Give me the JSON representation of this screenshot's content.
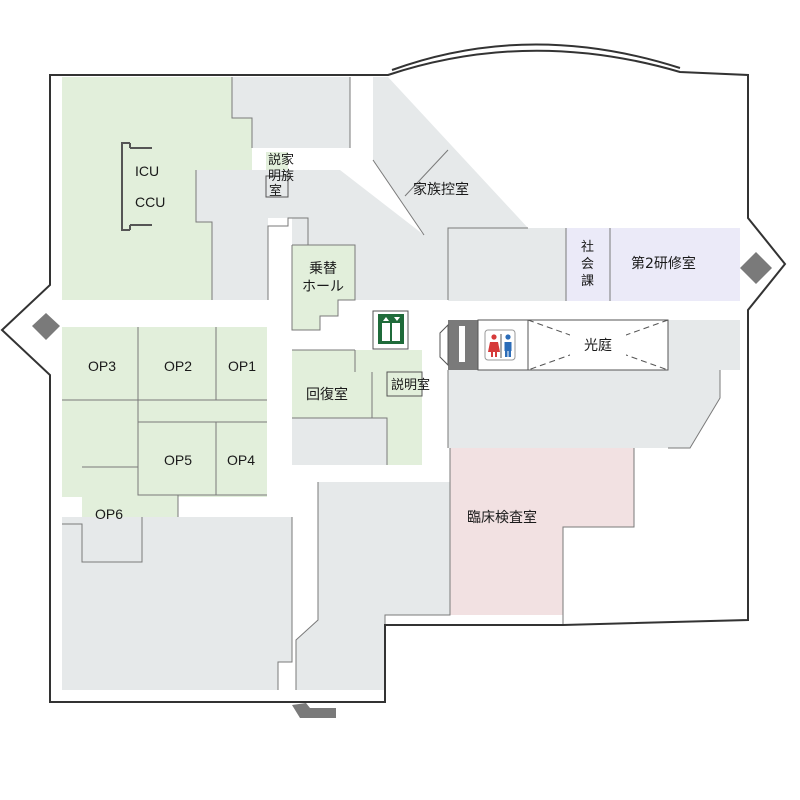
{
  "colors": {
    "surgical_green": "#e2efdb",
    "common_gray": "#e6e9ea",
    "lab_pink": "#f2e1e2",
    "office_lavender": "#ebeaf8",
    "outline": "#333333",
    "elevator_green": "#1f6b3a",
    "toilet_male": "#2b6cb8",
    "toilet_female": "#d63a3a"
  },
  "rooms": {
    "icu": "ICU",
    "ccu": "CCU",
    "explanation_family_1": "説家",
    "explanation_family_2": "明族",
    "explanation_family_3": "室",
    "family_waiting": "家族控室",
    "social_1": "社",
    "social_2": "会",
    "social_3": "課",
    "training_room": "第2研修室",
    "transfer_hall_1": "乗替",
    "transfer_hall_2": "ホール",
    "courtyard": "光庭",
    "op3": "OP3",
    "op2": "OP2",
    "op1": "OP1",
    "recovery_room": "回復室",
    "explanation_room": "説明室",
    "op5": "OP5",
    "op4": "OP4",
    "op6": "OP6",
    "clinical_lab": "臨床検査室"
  },
  "icons": {
    "elevator": "elevator-icon",
    "restroom": "restroom-icon",
    "stairs": "stairs-icon"
  }
}
